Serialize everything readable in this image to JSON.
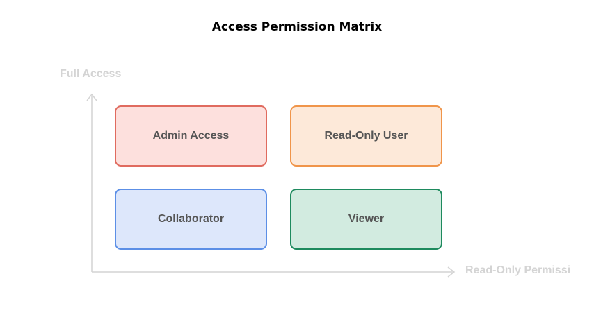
{
  "title": "Access Permission Matrix",
  "axes": {
    "y_label": "Full Access",
    "x_label": "Read-Only Permissi"
  },
  "quadrants": [
    {
      "label": "Admin Access",
      "fill": "#fde0dd",
      "border": "#e06b5f"
    },
    {
      "label": "Read-Only User",
      "fill": "#fde9d9",
      "border": "#f0954a"
    },
    {
      "label": "Collaborator",
      "fill": "#dde7fb",
      "border": "#5c8fe6"
    },
    {
      "label": "Viewer",
      "fill": "#d2ebe0",
      "border": "#1e8a5e"
    }
  ],
  "colors": {
    "axis": "#d4d4d4",
    "quadrant_text": "#555555"
  }
}
